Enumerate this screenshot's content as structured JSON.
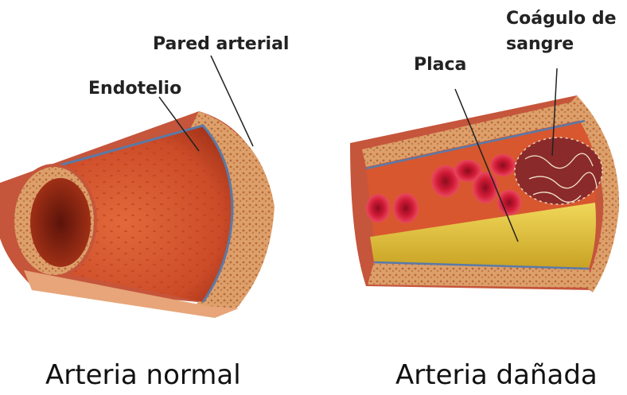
{
  "diagram": {
    "labels": {
      "pared_arterial": "Pared arterial",
      "endotelio": "Endotelio",
      "placa": "Placa",
      "coagulo_line1": "Coágulo de",
      "coagulo_line2": "sangre"
    },
    "captions": {
      "left": "Arteria normal",
      "right": "Arteria dañada"
    },
    "colors": {
      "wall_outer": "#c5553b",
      "wall_tissue": "#d99260",
      "lumen": "#d8572f",
      "lumen_dark": "#7a1d10",
      "plaque": "#e3c341",
      "blood_cell": "#c8102e",
      "clot": "#8b2a2a",
      "endothelium": "#5a7aa8"
    }
  }
}
